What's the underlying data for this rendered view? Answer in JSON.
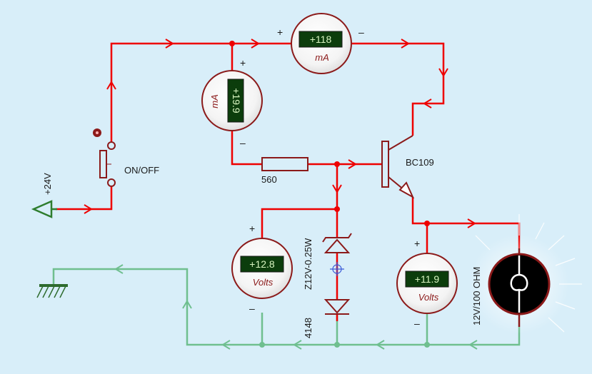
{
  "source": {
    "label": "+24V"
  },
  "switch": {
    "label": "ON/OFF"
  },
  "resistor": {
    "label": "560"
  },
  "transistor": {
    "label": "BC109"
  },
  "zener": {
    "label": "Z12V-0.25W"
  },
  "diode": {
    "label": "4148"
  },
  "lamp": {
    "label": "12V/100 OHM"
  },
  "meters": {
    "ammeter_top": {
      "reading": "+118",
      "unit": "mA"
    },
    "ammeter_base": {
      "reading": "+19.9",
      "unit": "mA"
    },
    "voltmeter_zener": {
      "reading": "+12.8",
      "unit": "Volts"
    },
    "voltmeter_lamp": {
      "reading": "+11.9",
      "unit": "Volts"
    }
  },
  "polarity": {
    "plus": "+",
    "minus": "–"
  },
  "colors": {
    "background": "#d8eef9",
    "wire_live": "#ee0000",
    "wire_ground": "#6fbf8f",
    "component": "#8b1a1a",
    "display_bg": "#0c3d0c",
    "display_text": "#d8f4c0",
    "ground_symbol": "#2e6b2e"
  }
}
